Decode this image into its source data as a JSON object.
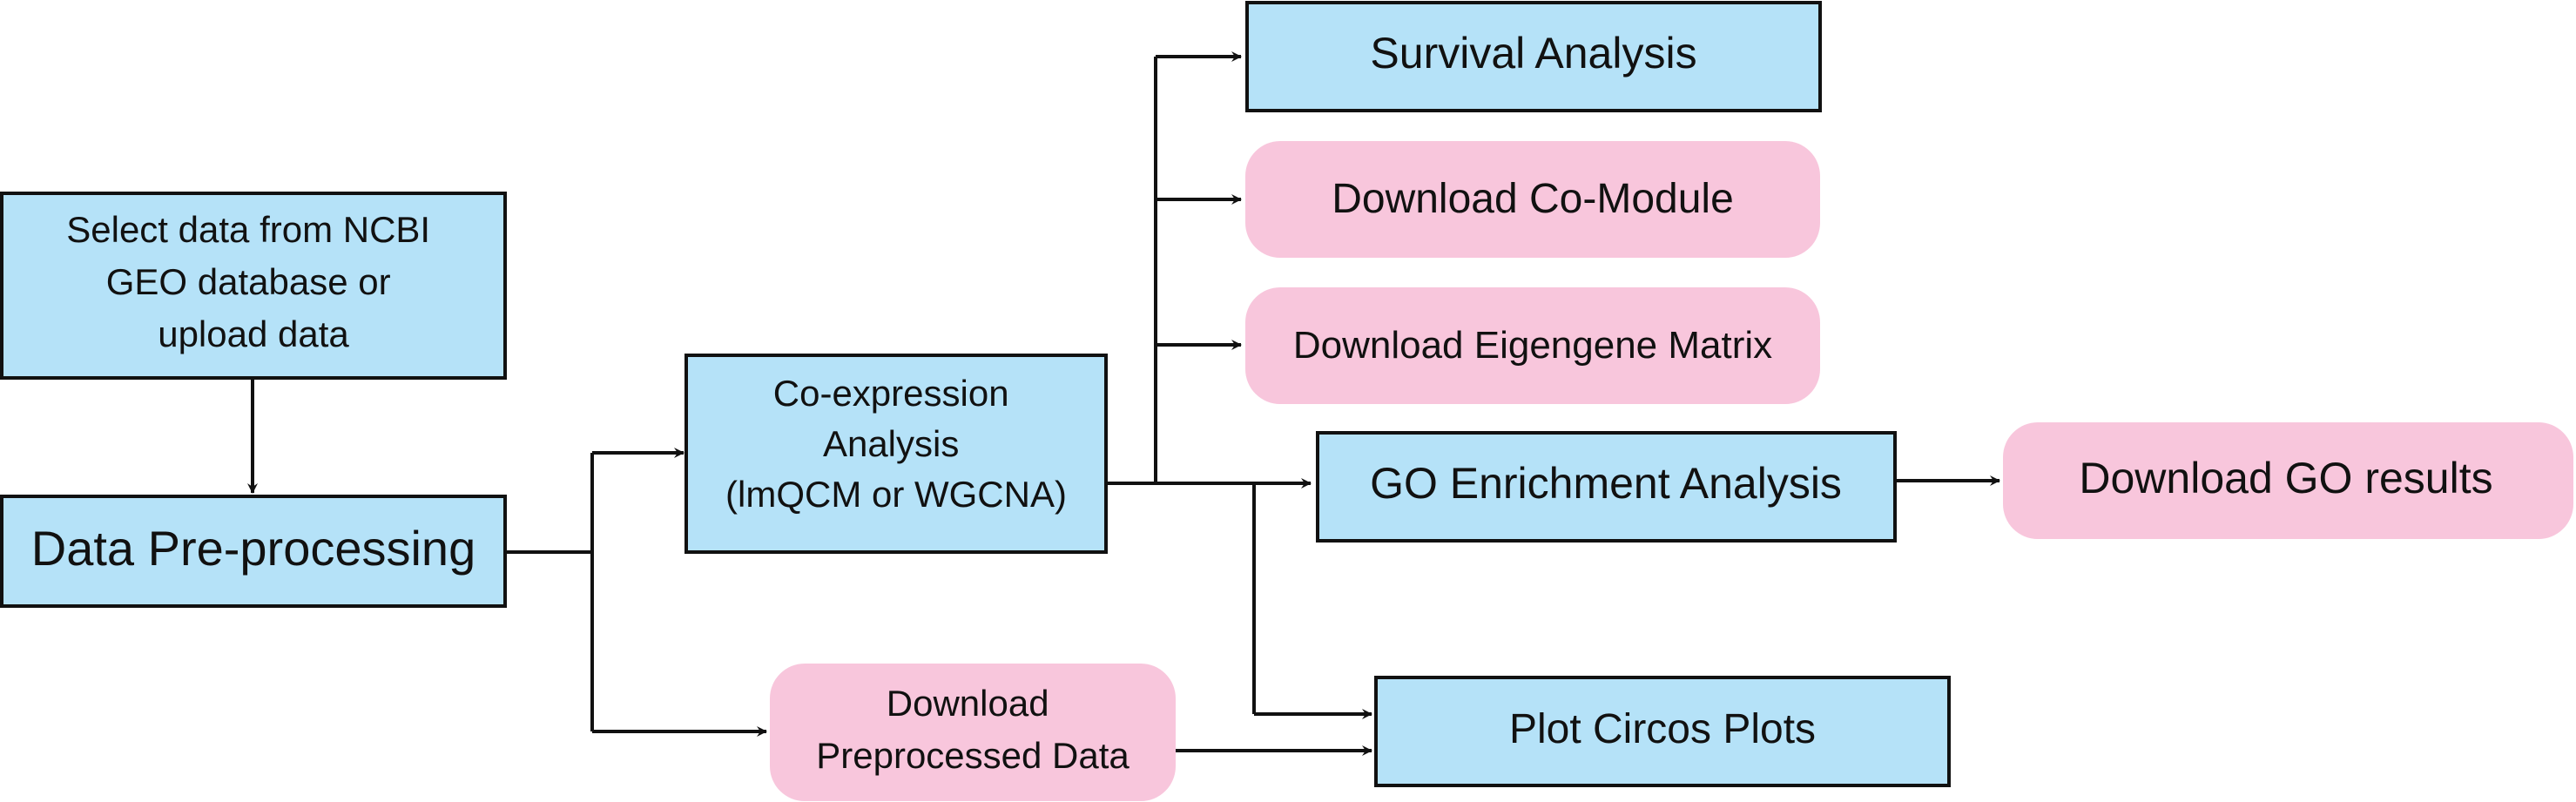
{
  "colors": {
    "process_box": "#b5e2f8",
    "output_box": "#f8c6dc",
    "line": "#111111"
  },
  "nodes": {
    "select_data": {
      "lines": [
        "Select data from NCBI",
        "GEO database or",
        "upload data"
      ]
    },
    "preprocessing": {
      "lines": [
        "Data Pre-processing"
      ]
    },
    "coexpression": {
      "lines": [
        "Co-expression",
        "Analysis",
        "(lmQCM or WGCNA)"
      ]
    },
    "download_preprocessed": {
      "lines": [
        "Download",
        "Preprocessed Data"
      ]
    },
    "survival": {
      "lines": [
        "Survival Analysis"
      ]
    },
    "download_comodule": {
      "lines": [
        "Download Co-Module"
      ]
    },
    "download_eigengene": {
      "lines": [
        "Download Eigengene Matrix"
      ]
    },
    "go_enrichment": {
      "lines": [
        "GO Enrichment Analysis"
      ]
    },
    "download_go": {
      "lines": [
        "Download GO results"
      ]
    },
    "circos": {
      "lines": [
        "Plot Circos Plots"
      ]
    }
  }
}
